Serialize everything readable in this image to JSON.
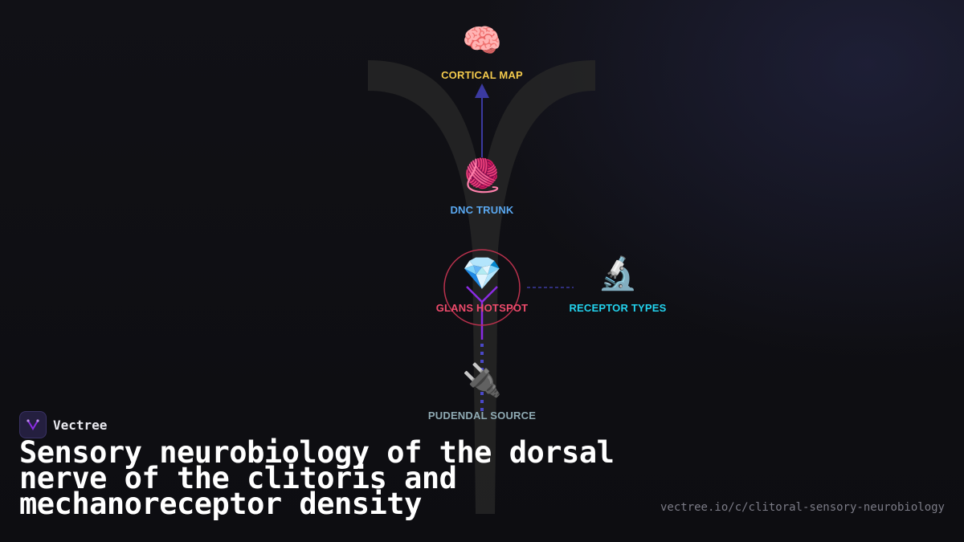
{
  "diagram": {
    "nodes": [
      {
        "id": "cortical",
        "label": "CORTICAL MAP",
        "icon": "brain-icon",
        "glyph": "🧠",
        "color": "#f2c94c"
      },
      {
        "id": "dnc",
        "label": "DNC TRUNK",
        "icon": "yarn-icon",
        "glyph": "🧶",
        "color": "#5aa8f0"
      },
      {
        "id": "glans",
        "label": "GLANS HOTSPOT",
        "icon": "gem-icon",
        "glyph": "💎",
        "color": "#ef4b6c"
      },
      {
        "id": "receptor",
        "label": "RECEPTOR TYPES",
        "icon": "microscope-icon",
        "glyph": "🔬",
        "color": "#22d3ee"
      },
      {
        "id": "pudendal",
        "label": "PUDENDAL SOURCE",
        "icon": "plug-icon",
        "glyph": "🔌",
        "color": "#8faab3"
      }
    ],
    "edges": [
      {
        "from": "dnc",
        "to": "cortical",
        "style": "solid-arrow"
      },
      {
        "from": "glans",
        "to": "receptor",
        "style": "dashed"
      },
      {
        "from": "pudendal",
        "to": "glans",
        "style": "dotted"
      }
    ],
    "colors": {
      "edge": "#3b3aa0",
      "hotspot_ring": "#b9314d",
      "branch": "#8a2be2"
    }
  },
  "brand": {
    "name": "Vectree",
    "logo_icon": "vectree-logo-icon"
  },
  "title": "Sensory neurobiology of the dorsal nerve of the clitoris and mechanoreceptor density",
  "url": "vectree.io/c/clitoral-sensory-neurobiology"
}
